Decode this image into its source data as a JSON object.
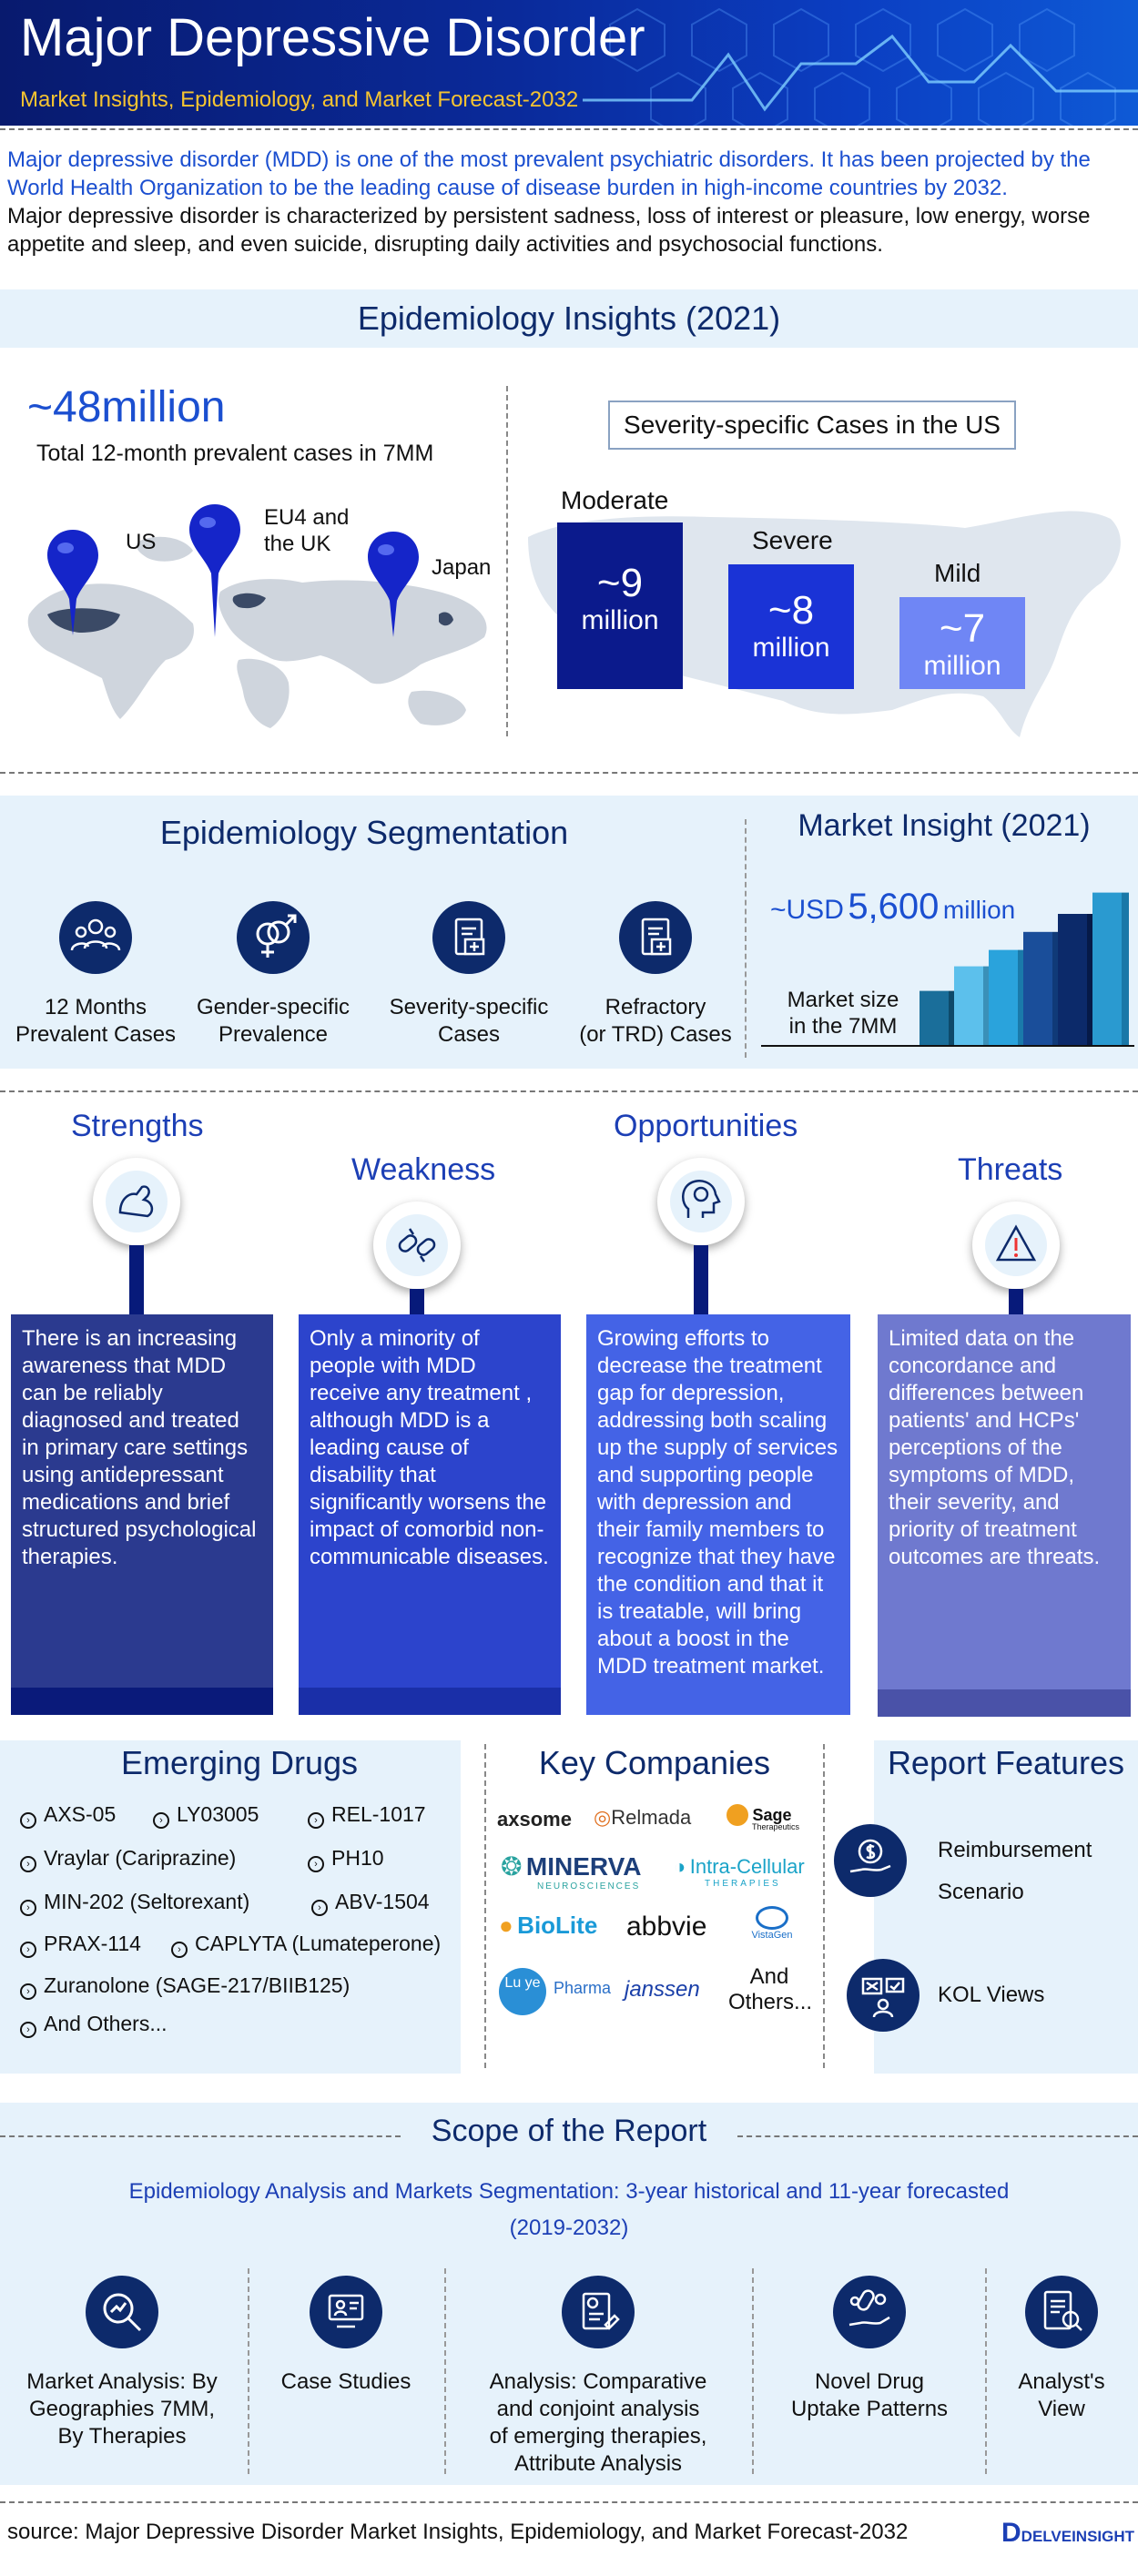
{
  "header": {
    "title": "Major Depressive Disorder",
    "subtitle": "Market Insights, Epidemiology, and Market Forecast-2032"
  },
  "intro": {
    "paragraph1": "Major depressive disorder (MDD) is one of the most prevalent psychiatric disorders. It has been projected by the World Health Organization to be the leading cause of disease burden in high-income countries by 2032.",
    "paragraph2": "Major depressive disorder is characterized by persistent sadness, loss of interest or pleasure, low energy, worse appetite and sleep, and even suicide, disrupting daily activities and psychosocial functions."
  },
  "epidemiology": {
    "title": "Epidemiology Insights (2021)",
    "total_value": "~48million",
    "total_label": "Total 12-month prevalent cases in 7MM",
    "pins": [
      "US",
      "EU4 and the UK",
      "Japan"
    ],
    "severity_title": "Severity-specific Cases in the US",
    "severity": [
      {
        "label": "Moderate",
        "value": "~9",
        "unit": "million"
      },
      {
        "label": "Severe",
        "value": "~8",
        "unit": "million"
      },
      {
        "label": "Mild",
        "value": "~7",
        "unit": "million"
      }
    ]
  },
  "segmentation": {
    "title": "Epidemiology Segmentation",
    "items": [
      {
        "label_1": "12 Months",
        "label_2": "Prevalent Cases",
        "icon": "people-group-icon"
      },
      {
        "label_1": "Gender-specific",
        "label_2": "Prevalence",
        "icon": "gender-icon"
      },
      {
        "label_1": "Severity-specific",
        "label_2": "Cases",
        "icon": "medical-report-icon"
      },
      {
        "label_1": "Refractory",
        "label_2": "(or TRD) Cases",
        "icon": "medical-report-icon"
      }
    ]
  },
  "market": {
    "title": "Market Insight (2021)",
    "prefix": "~USD",
    "value": "5,600",
    "unit": "million",
    "label_1": "Market size",
    "label_2": "in the 7MM",
    "bar_levels": [
      0.33,
      0.48,
      0.58,
      0.69,
      0.8,
      0.93
    ]
  },
  "swot": [
    {
      "title": "Strengths",
      "icon": "flexed-arm-icon",
      "color": "#2b3a8f",
      "text": "There is an increasing awareness that MDD can be reliably diagnosed and treated in primary care settings using antidepressant medications and brief structured psychological therapies."
    },
    {
      "title": "Weakness",
      "icon": "broken-chain-icon",
      "color": "#2c44cc",
      "text": "Only a minority of people with MDD receive any treatment , although MDD is a leading cause of disability that significantly worsens the impact of comorbid non-communicable diseases."
    },
    {
      "title": "Opportunities",
      "icon": "head-idea-icon",
      "color": "#4463e6",
      "text": "Growing efforts to decrease the treatment gap for depression, addressing both scaling up the supply of services and supporting people with depression and their family members to recognize that they have the condition and that it is treatable, will bring about a boost in the MDD treatment market."
    },
    {
      "title": "Threats",
      "icon": "warning-triangle-icon",
      "color": "#6f79cf",
      "text": "Limited data on the concordance and differences between patients' and HCPs' perceptions of the symptoms of MDD, their severity, and priority of treatment outcomes are threats."
    }
  ],
  "drugs": {
    "title": "Emerging Drugs",
    "rows": [
      [
        "AXS-05",
        "LY03005",
        "REL-1017"
      ],
      [
        "Vraylar (Cariprazine)",
        "PH10"
      ],
      [
        "MIN-202 (Seltorexant)",
        "ABV-1504"
      ],
      [
        "PRAX-114",
        "CAPLYTA (Lumateperone)"
      ],
      [
        "Zuranolone (SAGE-217/BIIB125)"
      ],
      [
        "And Others..."
      ]
    ]
  },
  "companies": {
    "title": "Key Companies",
    "logos": {
      "axsome": "axsome",
      "relmada": "Relmada",
      "sage": "Sage",
      "sage_sub": "Therapeutics",
      "minerva": "MINERVA",
      "minerva_sub": "NEUROSCIENCES",
      "intracellular": "Intra-Cellular",
      "intracellular_sub": "THERAPIES",
      "biolite": "BioLite",
      "abbvie": "abbvie",
      "vistagen": "VistaGen",
      "luye_mark": "Lu ye",
      "luye": "Pharma",
      "janssen": "janssen",
      "others": "And Others..."
    }
  },
  "features": {
    "title": "Report Features",
    "items": [
      {
        "label": "Reimbursement Scenario",
        "icon": "dollar-hand-icon"
      },
      {
        "label": "KOL Views",
        "icon": "kol-board-icon"
      }
    ]
  },
  "scope": {
    "title": "Scope of the Report",
    "subtitle_1": "Epidemiology Analysis and Markets Segmentation: 3-year historical and 11-year forecasted",
    "subtitle_2": "(2019-2032)",
    "items": [
      {
        "lines": [
          "Market Analysis: By",
          "Geographies 7MM,",
          "By Therapies"
        ],
        "icon": "magnifier-chart-icon"
      },
      {
        "lines": [
          "Case Studies"
        ],
        "icon": "case-study-icon"
      },
      {
        "lines": [
          "Analysis: Comparative",
          "and conjoint analysis",
          "of emerging therapies,",
          "Attribute Analysis"
        ],
        "icon": "analysis-icon"
      },
      {
        "lines": [
          "Novel Drug",
          "Uptake Patterns"
        ],
        "icon": "drug-hand-icon"
      },
      {
        "lines": [
          "Analyst's",
          "View"
        ],
        "icon": "analyst-doc-icon"
      }
    ]
  },
  "footer": {
    "source": "source: Major Depressive Disorder Market Insights, Epidemiology, and Market Forecast-2032",
    "brand": "DELVEINSIGHT",
    "brand_mark": "D"
  },
  "colors": {
    "navy": "#0d2a6b",
    "title_blue": "#1c3fb5",
    "intro_blue": "#1b4fd0",
    "light_band": "#e6f2fb",
    "moderate": "#0b1a8c",
    "severe": "#1a33d6",
    "mild": "#6f86f5",
    "header_accent": "#f6c431"
  }
}
